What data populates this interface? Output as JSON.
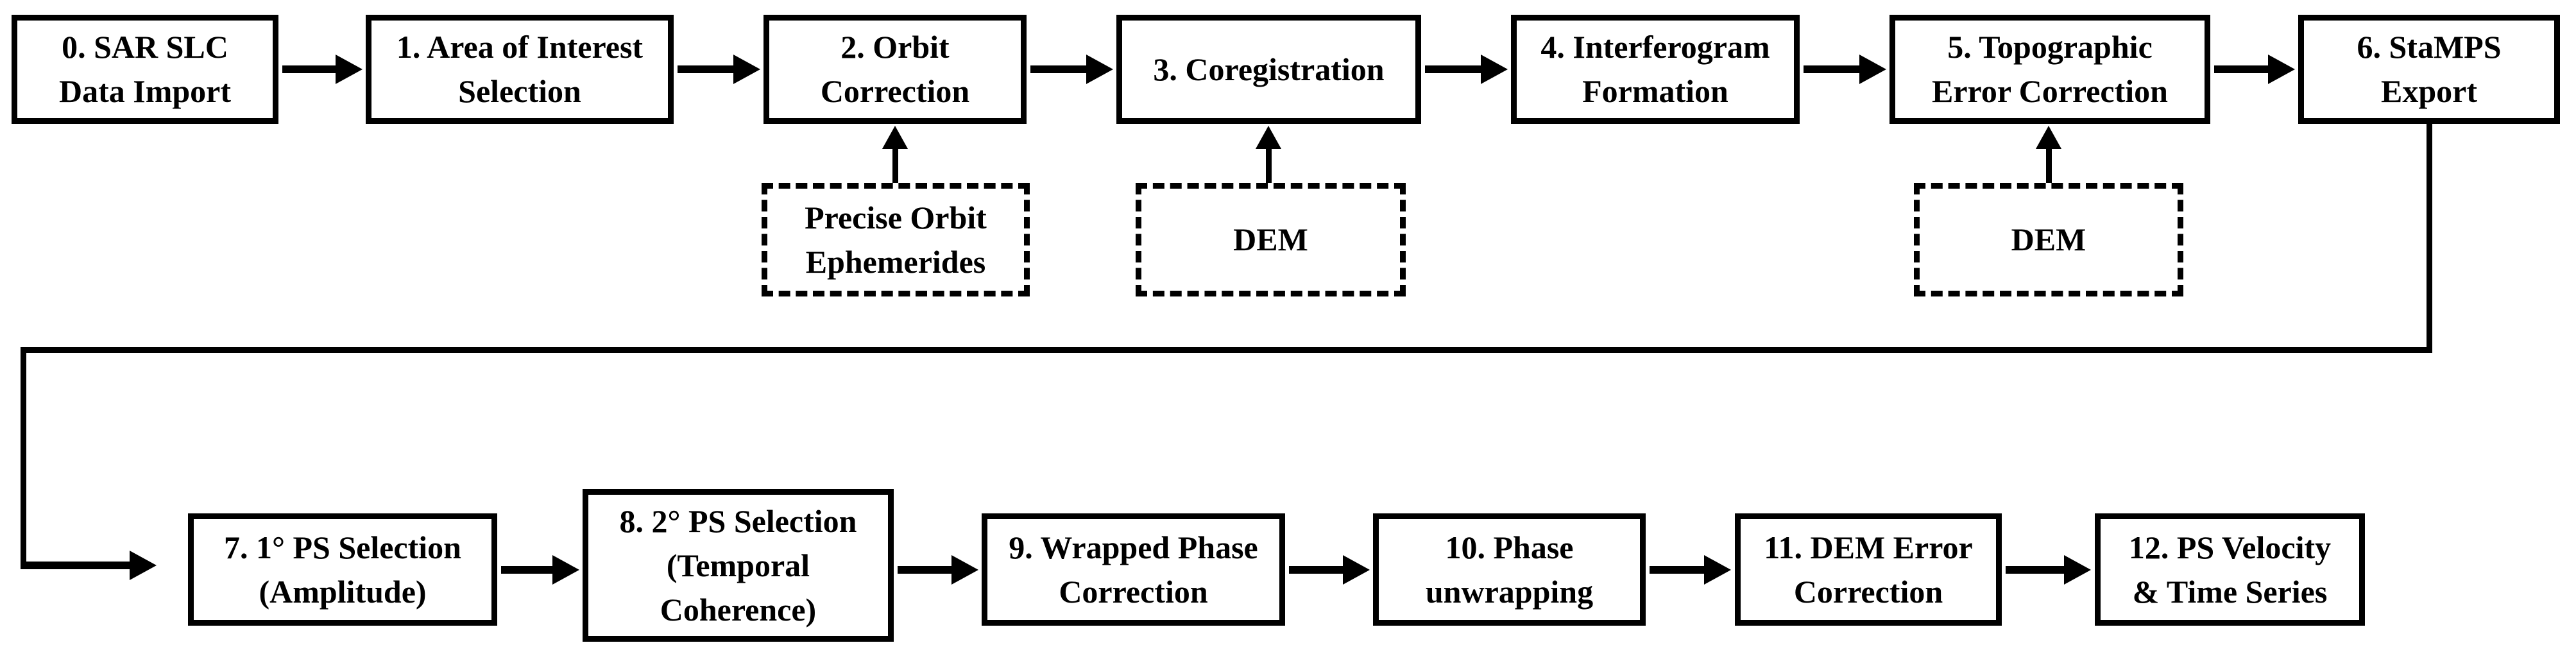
{
  "flowchart": {
    "background_color": "#ffffff",
    "line_color": "#000000",
    "steps": [
      {
        "label": "0. SAR SLC\nData Import"
      },
      {
        "label": "1. Area of Interest\nSelection"
      },
      {
        "label": "2. Orbit\nCorrection"
      },
      {
        "label": "3. Coregistration"
      },
      {
        "label": "4. Interferogram\nFormation"
      },
      {
        "label": "5. Topographic\nError Correction"
      },
      {
        "label": "6. StaMPS\nExport"
      },
      {
        "label": "7. 1° PS Selection\n(Amplitude)"
      },
      {
        "label": "8. 2° PS Selection\n(Temporal\nCoherence)"
      },
      {
        "label": "9. Wrapped Phase\nCorrection"
      },
      {
        "label": "10. Phase\nunwrapping"
      },
      {
        "label": "11. DEM Error\nCorrection"
      },
      {
        "label": "12. PS Velocity\n& Time Series"
      }
    ],
    "inputs": [
      {
        "label": "Precise Orbit\nEphemerides",
        "feeds": "2. Orbit\nCorrection"
      },
      {
        "label": "DEM",
        "feeds": "3. Coregistration"
      },
      {
        "label": "DEM",
        "feeds": "5. Topographic\nError Correction"
      }
    ],
    "edges": [
      "0→1",
      "1→2",
      "2→3",
      "3→4",
      "4→5",
      "5→6",
      "6→7",
      "7→8",
      "8→9",
      "9→10",
      "10→11",
      "11→12",
      "Precise Orbit Ephemerides→2",
      "DEM→3",
      "DEM→5"
    ]
  }
}
